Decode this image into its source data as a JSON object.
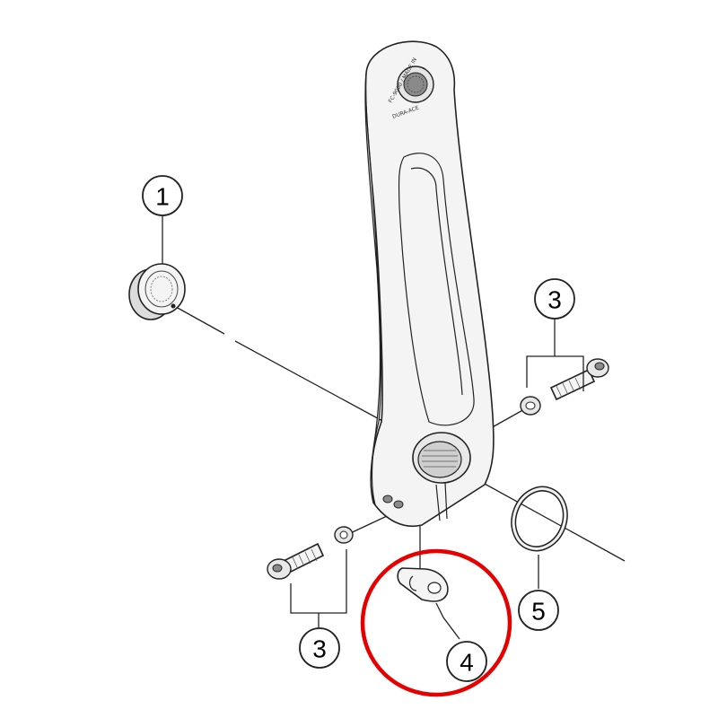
{
  "callouts": [
    {
      "id": "1",
      "label": "1"
    },
    {
      "id": "3a",
      "label": "3"
    },
    {
      "id": "3b",
      "label": "3"
    },
    {
      "id": "4",
      "label": "4"
    },
    {
      "id": "5",
      "label": "5"
    }
  ],
  "crank_text": {
    "brand": "DURA-ACE",
    "model": "FC-9000 / MADE IN"
  },
  "highlight": {
    "color": "#e60000",
    "target": "4"
  }
}
